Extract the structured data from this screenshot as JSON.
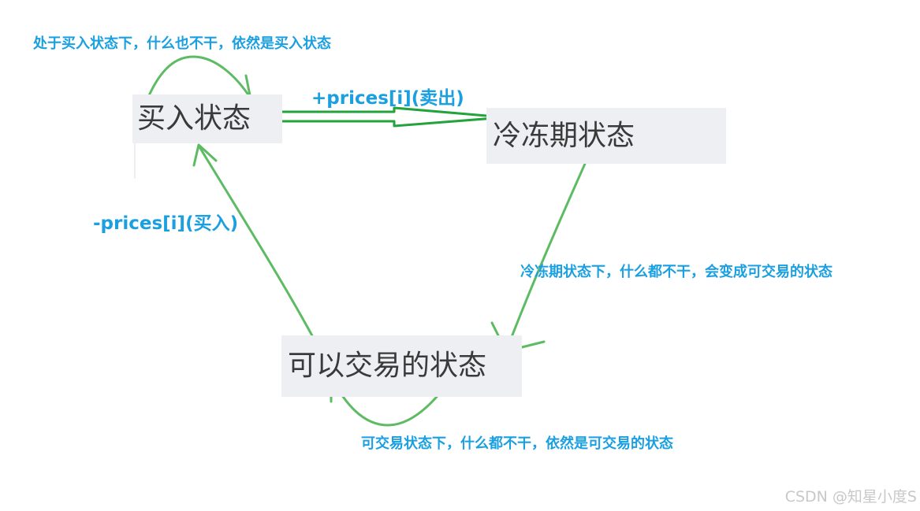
{
  "states": {
    "buy": "买入状态",
    "cooldown": "冷冻期状态",
    "tradable": "可以交易的状态"
  },
  "transitions": {
    "buy_self": "处于买入状态下，什么也不干，依然是买入状态",
    "sell": "+prices[i](卖出)",
    "cooldown_to_tradable": "冷冻期状态下，什么都不干，会变成可交易的状态",
    "tradable_self": "可交易状态下，什么都不干，依然是可交易的状态",
    "buy": "-prices[i](买入)"
  },
  "watermark": "CSDN @知星小度S",
  "colors": {
    "arrow": "#5dbb63",
    "sell_arrow": "#23a33c",
    "note_text": "#1a9fe0",
    "state_box": "#eeeff3"
  }
}
